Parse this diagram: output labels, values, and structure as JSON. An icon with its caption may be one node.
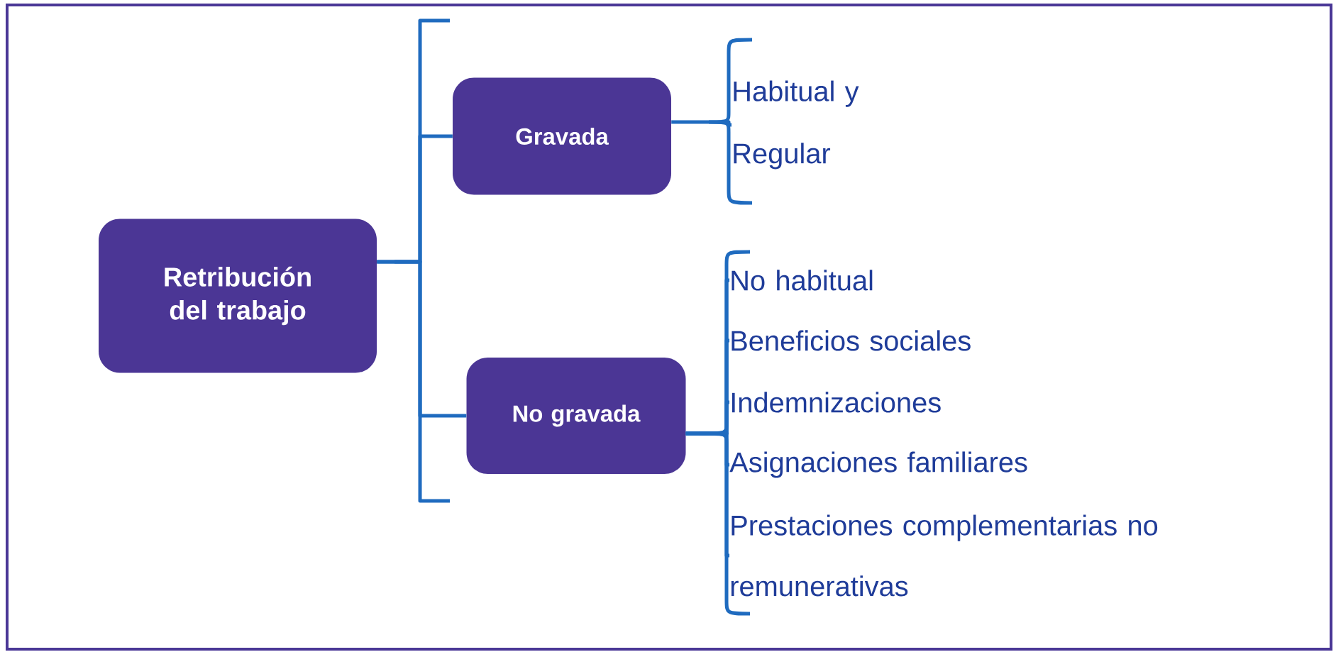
{
  "diagram": {
    "nodes": [
      {
        "text": [
          "Retribución del trabajo"
        ]
      },
      {
        "text": [
          "Gravada"
        ]
      },
      {
        "text": [
          "No gravada"
        ]
      },
      {
        "text": [
          "Habitual y Regular"
        ]
      },
      {
        "text": [
          "No habitual"
        ]
      },
      {
        "text": [
          "Beneficios sociales"
        ]
      },
      {
        "text": [
          "Indemnizaciones"
        ]
      },
      {
        "text": [
          "Asignaciones familiares"
        ]
      },
      {
        "text": [
          "Prestaciones complementarias no remunerativas"
        ]
      }
    ],
    "edges": [
      {
        "from": 0,
        "to": 1,
        "arrow": "none"
      },
      {
        "from": 0,
        "to": 2,
        "arrow": "none"
      },
      {
        "from": 1,
        "to": 3,
        "arrow": "none"
      },
      {
        "from": 2,
        "to": 4,
        "arrow": "none"
      },
      {
        "from": 2,
        "to": 5,
        "arrow": "none"
      },
      {
        "from": 2,
        "to": 6,
        "arrow": "none"
      },
      {
        "from": 2,
        "to": 7,
        "arrow": "none"
      },
      {
        "from": 2,
        "to": 8,
        "arrow": "none"
      }
    ]
  }
}
